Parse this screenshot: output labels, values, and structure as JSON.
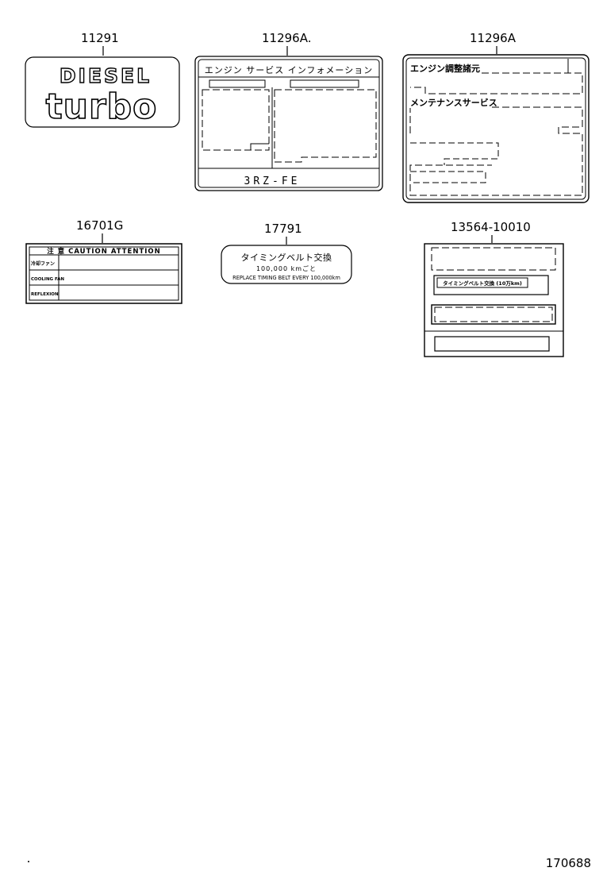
{
  "labels": [
    {
      "part_number": "11291",
      "line1": "DIESEL",
      "line2": "turbo"
    },
    {
      "part_number": "11296A.",
      "header": "エンジン サービス インフォメーション",
      "footer": "3RZ-FE"
    },
    {
      "part_number": "11296A",
      "line1": "エンジン調整諸元",
      "line2": "メンテナンスサービス"
    },
    {
      "part_number": "16701G",
      "header": "注 意 CAUTION ATTENTION",
      "row1": "冷却ファン",
      "row2": "COOLING FAN",
      "row3": "REFLEXION"
    },
    {
      "part_number": "17791",
      "line1": "タイミングベルト交換",
      "line2": "100,000 kmごと",
      "line3": "REPLACE TIMING BELT EVERY 100,000km"
    },
    {
      "part_number": "13564-10010",
      "inner": "タイミングベルト交換 (10万km)"
    }
  ],
  "illustration_number": "170688",
  "colors": {
    "line": "#000000",
    "background": "#ffffff"
  }
}
